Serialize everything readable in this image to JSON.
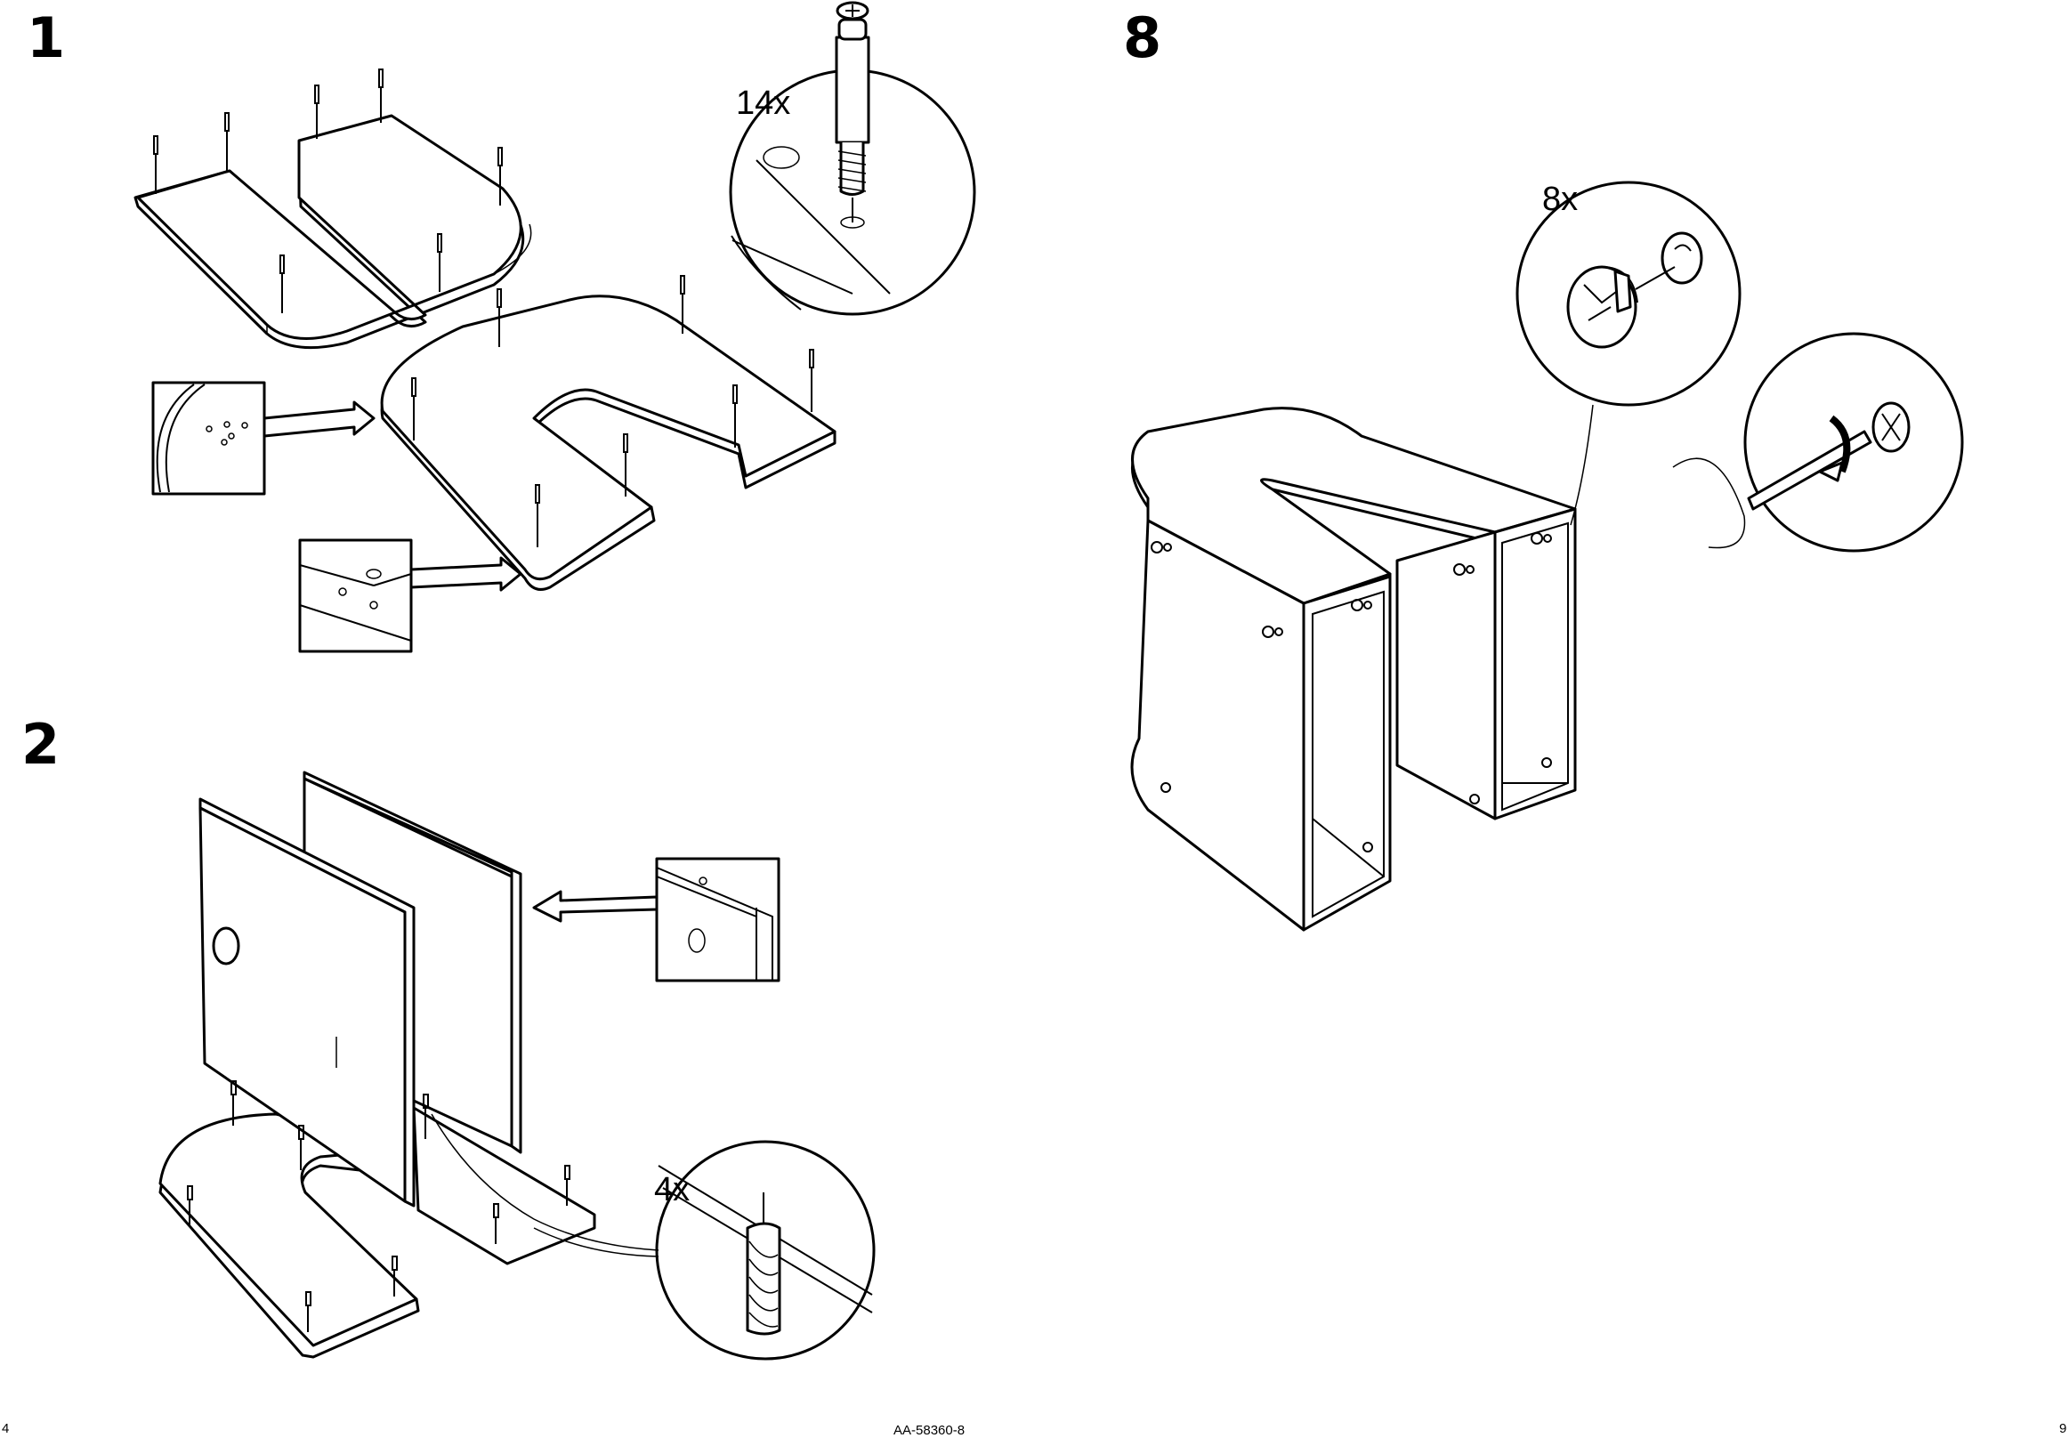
{
  "manual": {
    "steps": [
      {
        "number": "1",
        "quantity": "14x"
      },
      {
        "number": "2",
        "quantity": "4x"
      },
      {
        "number": "8",
        "quantity": "8x"
      }
    ],
    "footer": {
      "left_page": "4",
      "article_code": "AA-58360-8",
      "right_page": "9"
    }
  }
}
